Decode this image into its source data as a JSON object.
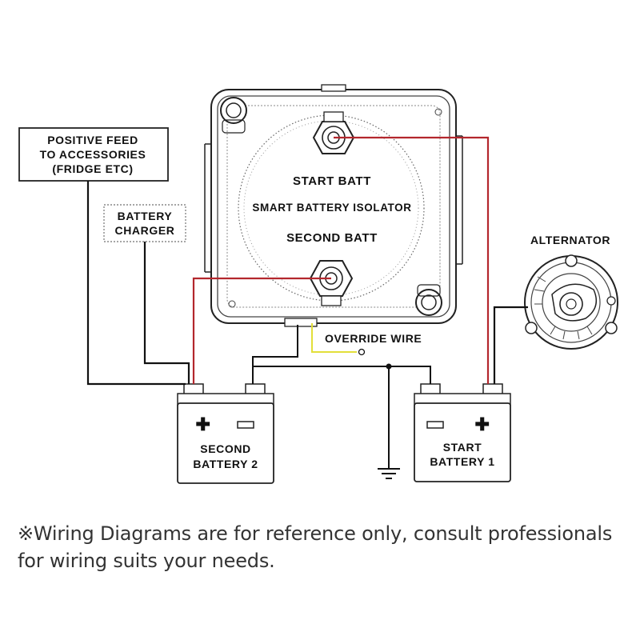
{
  "labels": {
    "accessories": [
      "POSITIVE FEED",
      "TO ACCESSORIES",
      "(FRIDGE ETC)"
    ],
    "charger": [
      "BATTERY",
      "CHARGER"
    ],
    "start_batt": "START BATT",
    "isolator": "SMART BATTERY ISOLATOR",
    "second_batt": "SECOND BATT",
    "alternator": "ALTERNATOR",
    "override_wire": "OVERRIDE WIRE",
    "second_battery": [
      "SECOND",
      "BATTERY 2"
    ],
    "start_battery": [
      "START",
      "BATTERY 1"
    ]
  },
  "note": {
    "line1": "※Wiring Diagrams are for reference only, consult professionals",
    "line2": "for wiring suits your needs."
  },
  "colors": {
    "positive_wire": "#b3272d",
    "negative_wire": "#111111",
    "override_wire": "#e3df3a"
  }
}
